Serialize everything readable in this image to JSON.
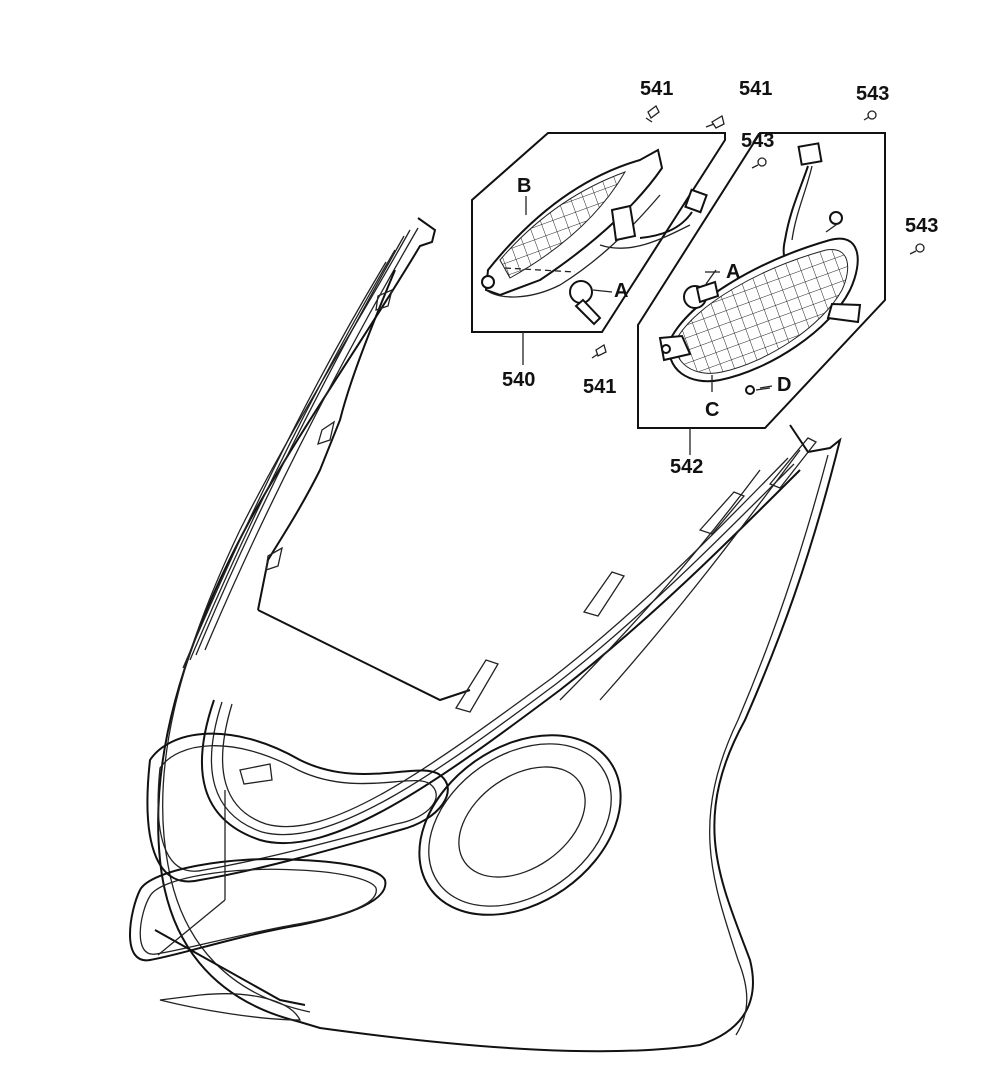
{
  "diagram": {
    "part_numbers": {
      "p541_top_left": "541",
      "p541_top_right": "541",
      "p541_bottom": "541",
      "p540": "540",
      "p542": "542",
      "p543_top": "543",
      "p543_mid": "543",
      "p543_right": "543"
    },
    "letters": {
      "a_left": "A",
      "a_right": "A",
      "b": "B",
      "c": "C",
      "d": "D"
    }
  }
}
